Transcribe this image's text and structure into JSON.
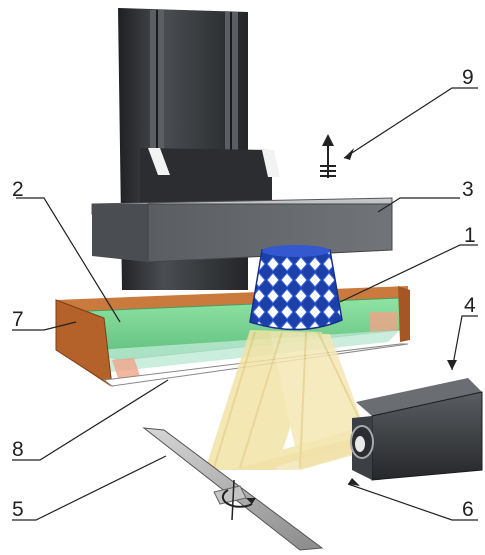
{
  "labels": {
    "resin_vat_label": "1",
    "vat_floor_label": "2",
    "build_platform_label": "3",
    "projector_label": "4",
    "mirror_label": "5",
    "light_beam_label": "6",
    "vat_wall_label": "7",
    "transparent_bottom_label": "8",
    "z_motion_label": "9"
  },
  "colors": {
    "tower": "#2f3134",
    "platform": "#5d6064",
    "resin": "#76d08e",
    "vat": "#b5612a",
    "part": "#2a52c9",
    "beam": "#f1e3a6",
    "mirror": "#9a9a9a",
    "projector": "#33363a"
  }
}
